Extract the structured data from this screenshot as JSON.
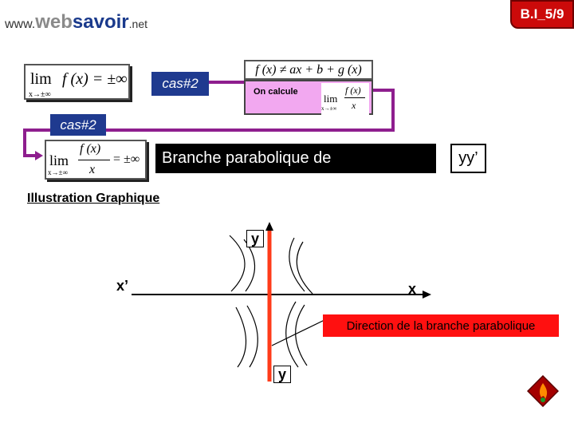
{
  "logo": {
    "prefix": "www.",
    "web": "web",
    "savoir": "savoir",
    "suffix": ".net"
  },
  "slide_badge": "B.I_5/9",
  "formula_top_left": {
    "lim_sub": "x→±∞",
    "expr": "f (x) = ±∞"
  },
  "cas_top": "cas#2",
  "right_panel": {
    "formula": "f (x) ≠ ax + b + g (x)",
    "on_calcule": "On calcule",
    "lim": "lim",
    "lim_sub": "x→±∞",
    "numerator": "f (x)",
    "denominator": "x"
  },
  "cas_bottom": "cas#2",
  "formula_middle": {
    "lim": "lim",
    "lim_sub": "x→±∞",
    "numerator": "f (x)",
    "denominator": "x",
    "rhs": "= ±∞"
  },
  "branch_text": "Branche parabolique de",
  "branch_axis": "yy’",
  "illustration_heading": "Illustration Graphique",
  "graph": {
    "y_top": "y",
    "y_bottom": "y",
    "x_left": "x’",
    "x_right": "x"
  },
  "direction_label": "Direction de la branche parabolique",
  "colors": {
    "badge": "#cc0a0a",
    "cas": "#1f3a8f",
    "purple_panel": "#f2a8f0",
    "connector": "#8e1e8e",
    "y_axis": "#ff3b1a",
    "direction": "#ff1010"
  },
  "icons": {
    "nav": "flame-nav-icon"
  }
}
